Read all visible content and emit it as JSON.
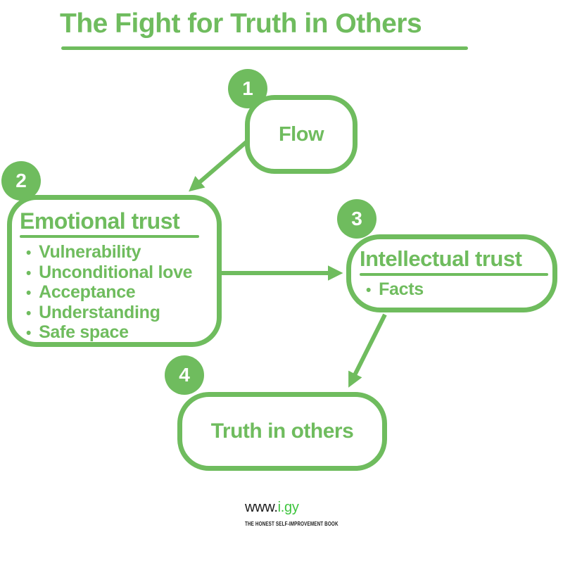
{
  "colors": {
    "diagram_green": "#6fbc5e",
    "brand_green": "#3fc53f",
    "text_dark": "#1d1d1d",
    "background": "#ffffff"
  },
  "title": "The Fight for Truth in Others",
  "nodes": [
    {
      "number": "1",
      "label": "Flow",
      "items": []
    },
    {
      "number": "2",
      "label": "Emotional trust",
      "items": [
        "Vulnerability",
        "Unconditional love",
        "Acceptance",
        "Understanding",
        "Safe space"
      ]
    },
    {
      "number": "3",
      "label": "Intellectual trust",
      "items": [
        "Facts"
      ]
    },
    {
      "number": "4",
      "label": "Truth in others",
      "items": []
    }
  ],
  "bullet_glyph": "•",
  "connections": [
    {
      "from": "Flow",
      "to": "Emotional trust"
    },
    {
      "from": "Emotional trust",
      "to": "Intellectual trust"
    },
    {
      "from": "Intellectual trust",
      "to": "Truth in others"
    }
  ],
  "footer": {
    "url_prefix": "www.",
    "url_brand": "i.gy",
    "tagline": "THE HONEST SELF-IMPROVEMENT BOOK"
  }
}
